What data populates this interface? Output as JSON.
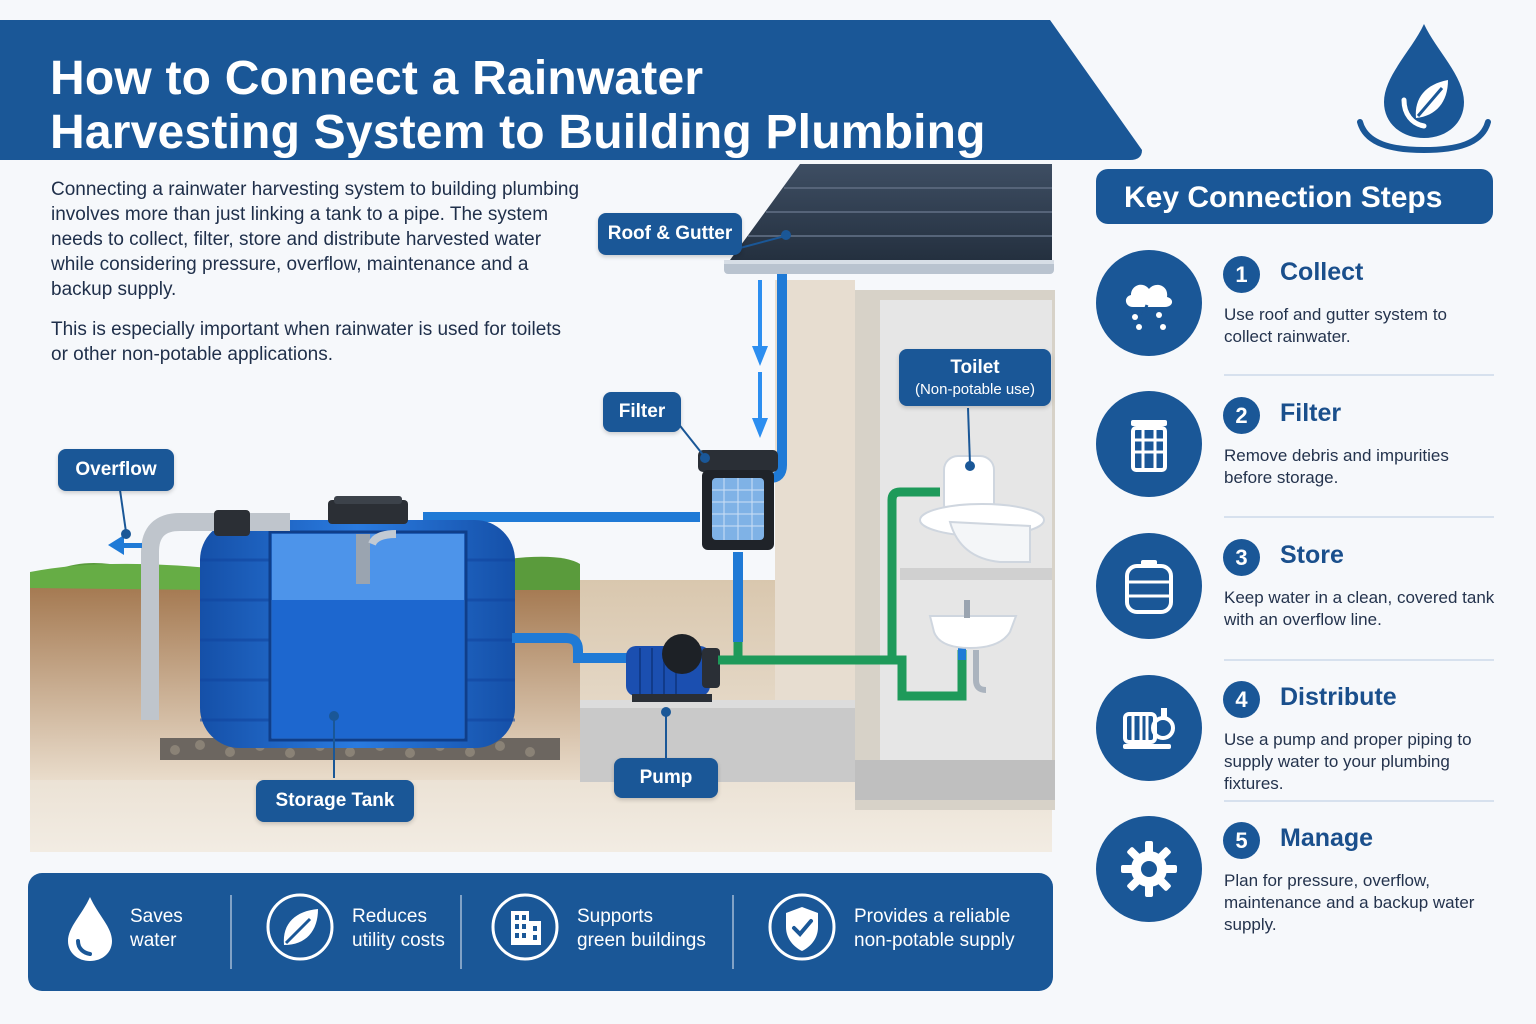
{
  "header": {
    "title_line1": "How to Connect a Rainwater",
    "title_line2": "Harvesting System to Building Plumbing"
  },
  "logo": {
    "icon": "water-drop-leaf-icon"
  },
  "intro": {
    "paragraph1": "Connecting a rainwater harvesting system to building plumbing involves more than just linking a tank to a pipe. The system needs to collect, filter, store and distribute harvested water while considering pressure, overflow, maintenance and a backup supply.",
    "paragraph2": "This is especially important when rainwater is used for toilets or other non-potable applications."
  },
  "diagram": {
    "labels": {
      "roof_gutter": "Roof & Gutter",
      "filter": "Filter",
      "overflow": "Overflow",
      "toilet": "Toilet",
      "toilet_sub": "(Non-potable use)",
      "storage_tank": "Storage Tank",
      "pump": "Pump"
    }
  },
  "steps_panel": {
    "title": "Key Connection Steps",
    "steps": [
      {
        "number": "1",
        "title": "Collect",
        "description": "Use roof and gutter system to collect rainwater.",
        "icon": "rain-cloud-icon"
      },
      {
        "number": "2",
        "title": "Filter",
        "description": "Remove debris and impurities before storage.",
        "icon": "filter-grid-icon"
      },
      {
        "number": "3",
        "title": "Store",
        "description": "Keep water in a clean, covered tank with an overflow line.",
        "icon": "tank-icon"
      },
      {
        "number": "4",
        "title": "Distribute",
        "description": "Use a pump and proper piping to supply water to your plumbing fixtures.",
        "icon": "pump-icon"
      },
      {
        "number": "5",
        "title": "Manage",
        "description": "Plan for pressure, overflow, maintenance and a backup water supply.",
        "icon": "gear-icon"
      }
    ]
  },
  "benefits": [
    {
      "line1": "Saves",
      "line2": "water",
      "icon": "water-drop-icon"
    },
    {
      "line1": "Reduces",
      "line2": "utility costs",
      "icon": "leaf-icon"
    },
    {
      "line1": "Supports",
      "line2": "green buildings",
      "icon": "building-icon"
    },
    {
      "line1": "Provides a reliable",
      "line2": "non-potable supply",
      "icon": "shield-check-icon"
    }
  ],
  "colors": {
    "primary": "#1a5797",
    "pipe_blue": "#1f7ad6",
    "pipe_green": "#1e9a5a",
    "tank_blue": "#1b63c6",
    "soil": "#9b7450"
  }
}
